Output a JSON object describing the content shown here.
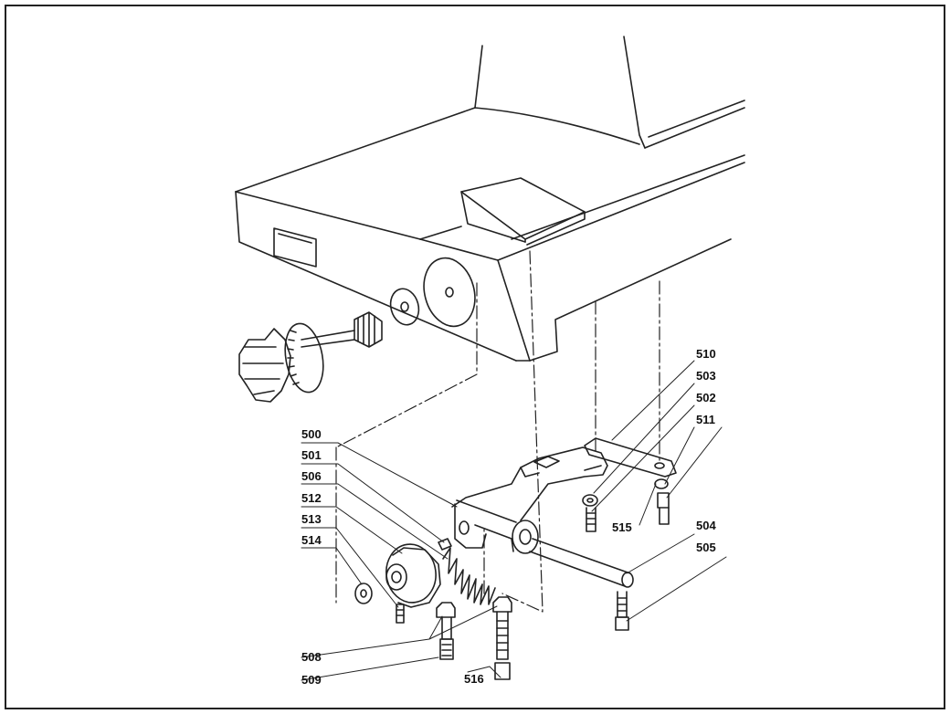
{
  "labels": {
    "l510": "510",
    "l503": "503",
    "l502": "502",
    "l511": "511",
    "l515": "515",
    "l500": "500",
    "l501": "501",
    "l506": "506",
    "l512": "512",
    "l513": "513",
    "l514": "514",
    "l504": "504",
    "l505": "505",
    "l508": "508",
    "l509": "509",
    "l516": "516"
  }
}
